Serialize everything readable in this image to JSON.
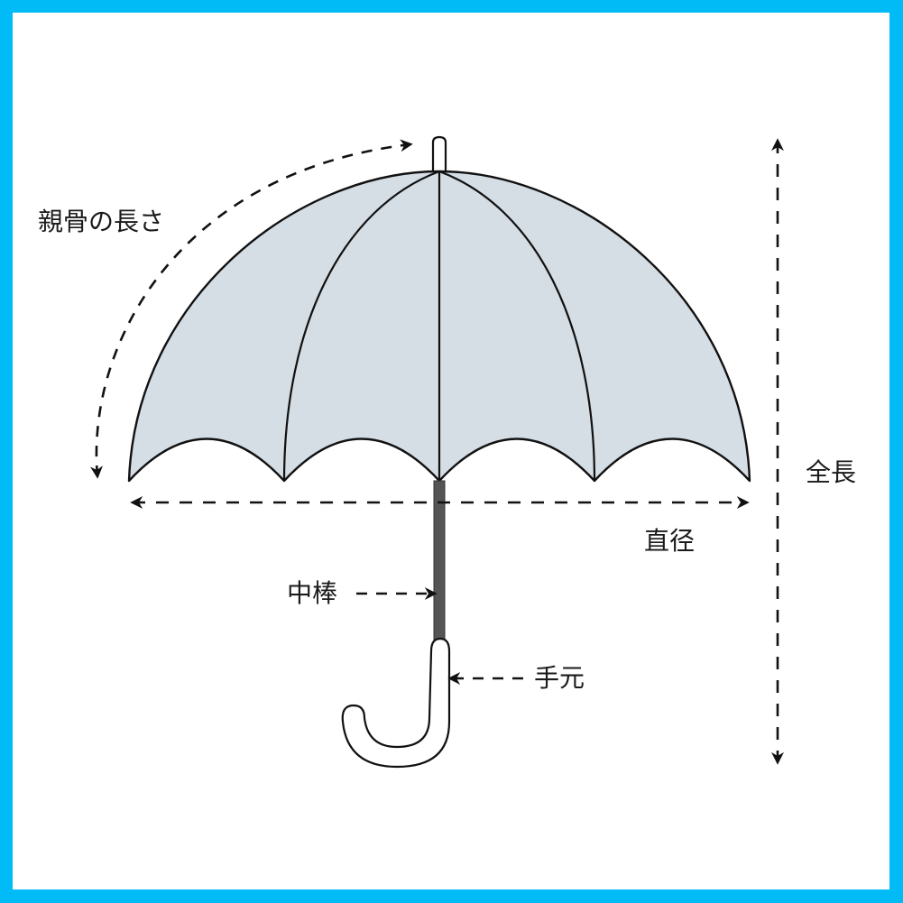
{
  "diagram": {
    "subject": "umbrella-dimensions",
    "colors": {
      "border": "#00bbf5",
      "background": "#ffffff",
      "canopy_fill": "#d5dde5",
      "outline": "#111111",
      "shaft": "#555555"
    },
    "labels": {
      "rib_length": "親骨の長さ",
      "diameter": "直径",
      "shaft": "中棒",
      "handle": "手元",
      "total_length": "全長"
    },
    "parts": [
      "tip",
      "canopy",
      "ribs",
      "shaft",
      "handle"
    ],
    "arrows": [
      {
        "name": "rib-length-arrow",
        "style": "dashed-curved",
        "label": "親骨の長さ"
      },
      {
        "name": "diameter-arrow",
        "style": "dashed-double-headed",
        "label": "直径"
      },
      {
        "name": "shaft-pointer-arrow",
        "style": "dashed",
        "label": "中棒"
      },
      {
        "name": "handle-pointer-arrow",
        "style": "dashed",
        "label": "手元"
      },
      {
        "name": "total-length-arrow",
        "style": "dashed-double-headed-vertical",
        "label": "全長"
      }
    ]
  }
}
